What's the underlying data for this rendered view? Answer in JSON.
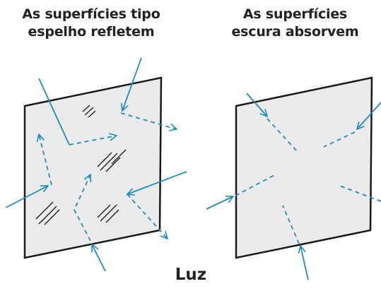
{
  "left_panel": {
    "title_line1": "As superfícies tipo",
    "title_line2": "espelho refletem"
  },
  "right_panel": {
    "title_line1": "As superfícies",
    "title_line2": "escura absorvem"
  },
  "bottom_label": "Luz",
  "colors": {
    "ray": "#1a8fc0",
    "surface_fill": "#ebebeb",
    "surface_stroke": "#1a1a1a",
    "text": "#222222"
  }
}
